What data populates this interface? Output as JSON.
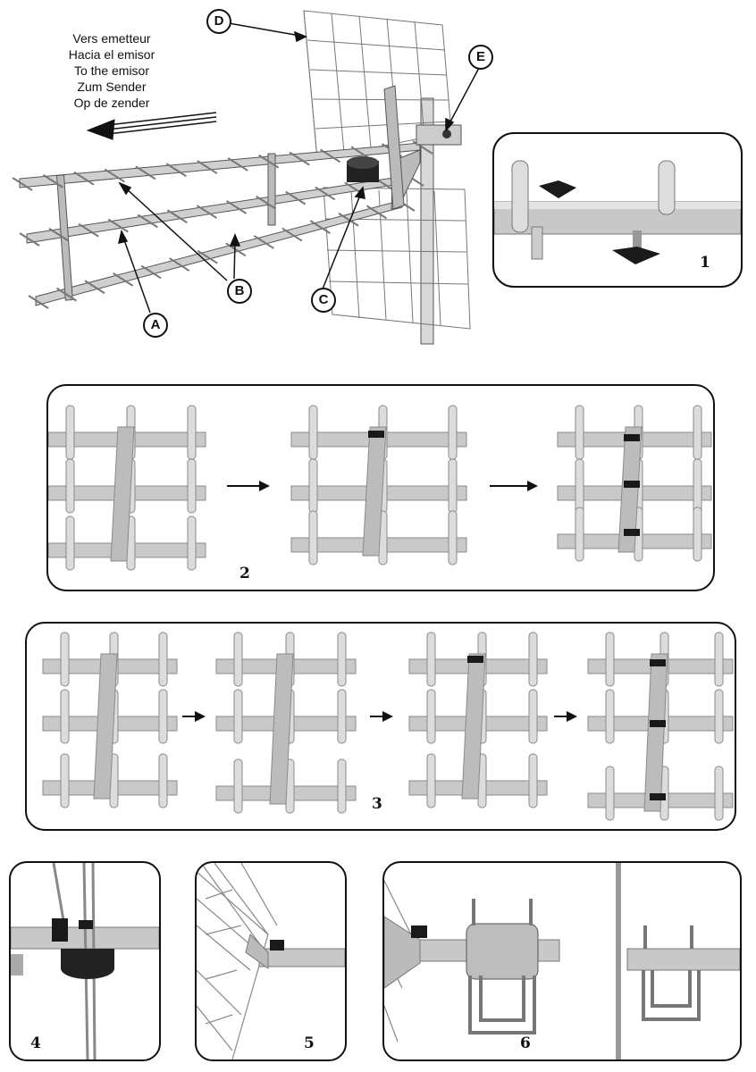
{
  "direction_labels": [
    "Vers emetteur",
    "Hacia el emisor",
    "To the emisor",
    "Zum Sender",
    "Op de zender"
  ],
  "callouts": {
    "a": "A",
    "b": "B",
    "c": "C",
    "d": "D",
    "e": "E"
  },
  "steps": {
    "s1": "1",
    "s2": "2",
    "s3": "3",
    "s4": "4",
    "s5": "5",
    "s6": "6"
  },
  "colors": {
    "line": "#111111",
    "metal": "#c9c9c9",
    "metal_dark": "#8a8a8a",
    "knob": "#1a1a1a"
  }
}
